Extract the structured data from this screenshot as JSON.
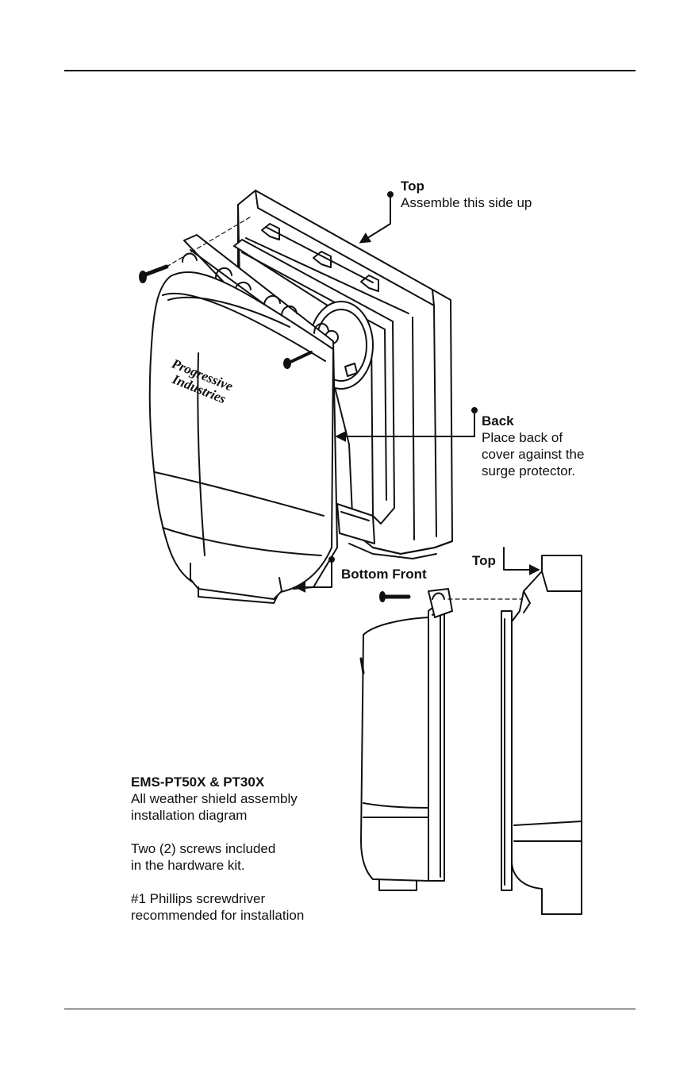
{
  "labels": {
    "top_main": {
      "title": "Top",
      "text": "Assemble this side up"
    },
    "back": {
      "title": "Back",
      "lines": [
        "Place back of",
        "cover against the",
        "surge protector."
      ]
    },
    "bottom_front": {
      "title": "Bottom Front"
    },
    "top_side": {
      "title": "Top"
    }
  },
  "logo_text": [
    "Progressive",
    "Industries"
  ],
  "note": {
    "title": "EMS-PT50X & PT30X",
    "description": [
      "All weather shield assembly",
      "installation diagram"
    ],
    "screws": [
      "Two (2) screws included",
      "in the hardware kit."
    ],
    "tool": [
      "#1 Phillips screwdriver",
      "recommended for installation"
    ]
  }
}
